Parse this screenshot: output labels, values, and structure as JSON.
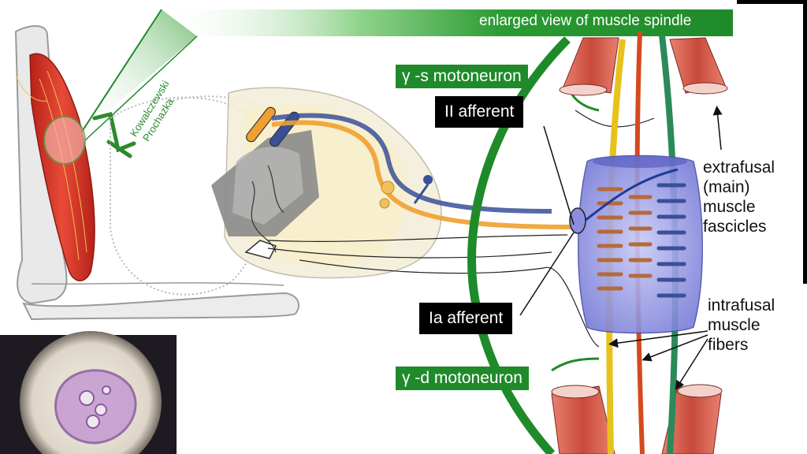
{
  "labels": {
    "banner": "enlarged view of muscle spindle",
    "gamma_s": "γ -s motoneuron",
    "gamma_d": "γ -d motoneuron",
    "ii_afferent": "II afferent",
    "ia_afferent": "Ia afferent",
    "extrafusal": [
      "extrafusal",
      "(main)",
      "muscle",
      "fascicles"
    ],
    "intrafusal": [
      "intrafusal",
      "muscle",
      "fibers"
    ],
    "author_1": "Kowalczewski",
    "author_2": "Prochazka"
  },
  "colors": {
    "banner_green": "#1f8a2a",
    "muscle_red": "#d8382c",
    "ia_orange": "#f0a030",
    "ii_blue": "#3a4f9a",
    "capsule_purple": "#8c8fe0",
    "fiber_yellow": "#e8c21c",
    "fiber_red": "#d44a1e",
    "fiber_green": "#2a8a5a"
  }
}
